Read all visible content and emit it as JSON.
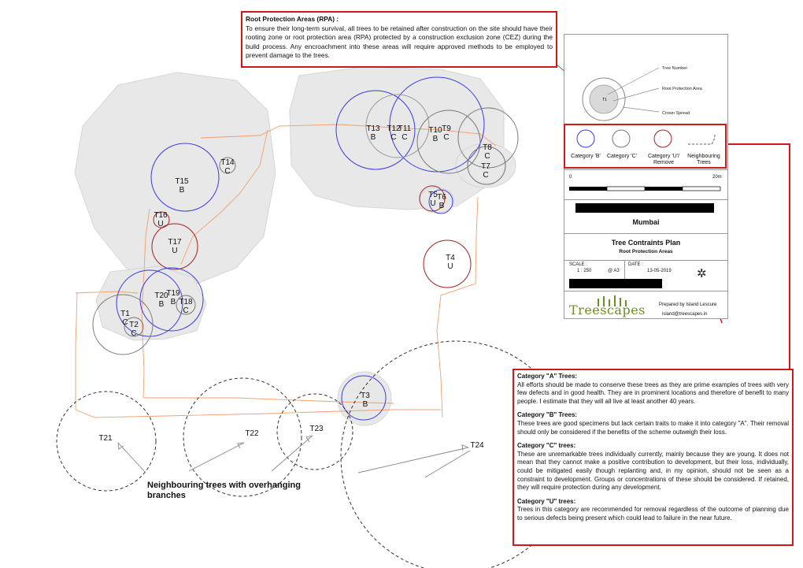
{
  "rpa_note": {
    "title": "Root Protection Areas (RPA) :",
    "body": "To ensure their long-term survival, all trees to be retained after construction on the site should have their rooting zone or root protection area (RPA) protected by a construction exclusion zone (CEZ) during the build process. Any encroachment into these areas will require approved methods to be employed to prevent damage to the trees."
  },
  "trees": [
    {
      "id": "T1",
      "cat": "C"
    },
    {
      "id": "T2",
      "cat": "C"
    },
    {
      "id": "T3",
      "cat": "B"
    },
    {
      "id": "T4",
      "cat": "U"
    },
    {
      "id": "T5",
      "cat": "U"
    },
    {
      "id": "T6",
      "cat": "B"
    },
    {
      "id": "T7",
      "cat": "C"
    },
    {
      "id": "T8",
      "cat": "C"
    },
    {
      "id": "T9",
      "cat": "C"
    },
    {
      "id": "T10",
      "cat": "B"
    },
    {
      "id": "T11",
      "cat": "C"
    },
    {
      "id": "T12",
      "cat": "C"
    },
    {
      "id": "T13",
      "cat": "B"
    },
    {
      "id": "T14",
      "cat": "C"
    },
    {
      "id": "T15",
      "cat": "B"
    },
    {
      "id": "T16",
      "cat": "U"
    },
    {
      "id": "T17",
      "cat": "U"
    },
    {
      "id": "T18",
      "cat": "C"
    },
    {
      "id": "T19",
      "cat": "B"
    },
    {
      "id": "T20",
      "cat": "B"
    }
  ],
  "neighbour_trees": [
    "T21",
    "T22",
    "T23",
    "T24"
  ],
  "neighbour_callout": "Neighbouring trees with overhanging branches",
  "key": {
    "tree_number": "Tree Number",
    "root_protection_area": "Root Protection Area",
    "crown_spread": "Crown Spread",
    "sample_id": "T1"
  },
  "legend": {
    "cat_b": "Category 'B'",
    "cat_c": "Category 'C'",
    "cat_u": "Category 'U'/ Remove",
    "neighbouring": "Neighbouring Trees"
  },
  "scale_bar": {
    "start": "0",
    "end": "20m"
  },
  "location": "Mumbai",
  "plan_title": "Tree Contraints Plan",
  "plan_subtitle": "Root Protection Areas",
  "scale_label": "SCALE :",
  "scale_value": "1 : 250",
  "paper": "@ A3",
  "date_label": "DATE :",
  "date_value": "13-05-2019",
  "logo_text": "Treescapes",
  "prepared_by": "Prepared by Island Lescure",
  "email": "island@treescapes.in",
  "categories": [
    {
      "title": "Category \"A\" Trees:",
      "body": "All efforts should be made to conserve these trees as they are prime examples of trees with very few defects and in good health. They are in prominent locations and therefore of benefit to many people. I estimate that they will all live at least another 40 years."
    },
    {
      "title": "Category \"B\" Trees:",
      "body": "These trees are good specimens but lack certain traits to make it into category \"A\". Their removal should only be considered if the benefits of the scheme outweigh their loss."
    },
    {
      "title": "Category \"C\" trees:",
      "body": "These are unremarkable trees individually currently, mainly because they are young. It does not mean that they cannot make a positive contribution to development, but their loss, individually, could be mitigated easily though replanting and, in my opinion, should not be seen as a constraint to development. Groups or concentrations of these should be considered. If retained, they will require protection during any development."
    },
    {
      "title": "Category \"U\" trees:",
      "body": "Trees in this category are recommended for removal regardless of the outcome of planning due to serious defects being present which could lead to failure in the near future."
    }
  ],
  "colors": {
    "cat_b": "#3a3ae0",
    "cat_c": "#777777",
    "cat_u": "#a02020",
    "highlight": "#d01818",
    "crown": "#e6e6e6",
    "boundary": "#f0a070"
  }
}
